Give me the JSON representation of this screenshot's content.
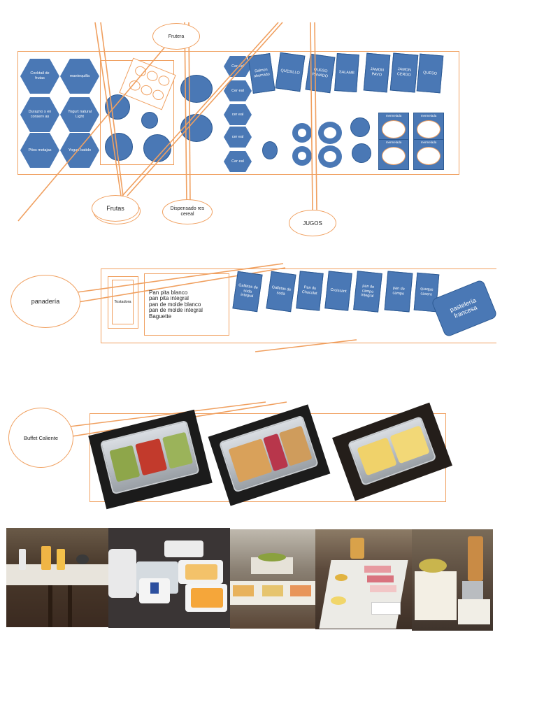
{
  "colors": {
    "accent_orange": "#f0a060",
    "shape_blue": "#4a78b5",
    "shape_border": "#2d5a93"
  },
  "callouts": {
    "frutera": "Frutera",
    "frutas": "Frutas",
    "cereal": "Dispensado res cereal",
    "jugos": "JUGOS",
    "panaderia": "panadería",
    "buffet": "Buffet Caliente"
  },
  "top_table": {
    "hexagons": [
      "Cocktail de frutas",
      "mantequilla",
      "Durazno s en conserv as",
      "Yogurt natural Light",
      "Pitos metajas",
      "Yogurt batido"
    ],
    "cereal_shapes": [
      "Cer eal",
      "Cer eal",
      "cer eal",
      "cer eal",
      "Cer eal"
    ],
    "deli_tags": [
      "Salmon ahumado",
      "QUESILLO",
      "QUESO PANADO",
      "SALAME",
      "JAMON PAVO",
      "JAMON CERDO",
      "QUESO"
    ],
    "dish_labels": [
      "mermelada",
      "mermelada",
      "mermelada",
      "mermelada"
    ]
  },
  "bread_table": {
    "toaster": "Tostadora",
    "bread_list": [
      "Pan pita blanco",
      "pan pita integral",
      "pan de molde blanco",
      "pan de molde integral",
      "Baguette"
    ],
    "tags": [
      "Galletas de soda integral",
      "Galletas de soda",
      "Pan du Chocolat",
      "Croissant",
      "pan de campo integral",
      "pan de campo",
      "queque casero"
    ],
    "pastry": "pastelería francesa"
  }
}
